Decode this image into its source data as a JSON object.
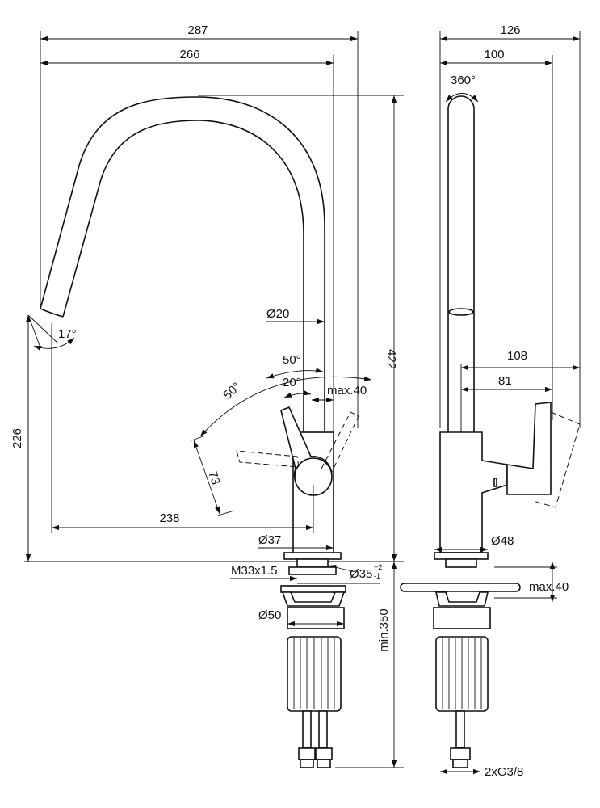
{
  "front_view": {
    "overall_width": "287",
    "spout_reach_outer": "266",
    "spout_angle": "17°",
    "spout_diameter": "Ø20",
    "lever_angle_total": "50°",
    "lever_angle_rear": "50°",
    "lever_angle_front": "20°",
    "lever_clearance": "max.40",
    "lever_length": "73",
    "height_total": "422",
    "outlet_height": "226",
    "outlet_reach": "238",
    "body_diameter": "Ø37",
    "thread": "M33x1.5",
    "hole_diameter": "Ø35",
    "hole_tol_upper": "+2",
    "hole_tol_lower": "-1",
    "nut_diameter": "Ø50",
    "hose_length": "min.350"
  },
  "side_view": {
    "overall_depth": "126",
    "spout_depth": "100",
    "rotation": "360°",
    "lever_depth_open": "108",
    "lever_depth": "81",
    "base_diameter": "Ø48",
    "countertop_thickness": "max.40",
    "connections": "2xG3/8"
  }
}
